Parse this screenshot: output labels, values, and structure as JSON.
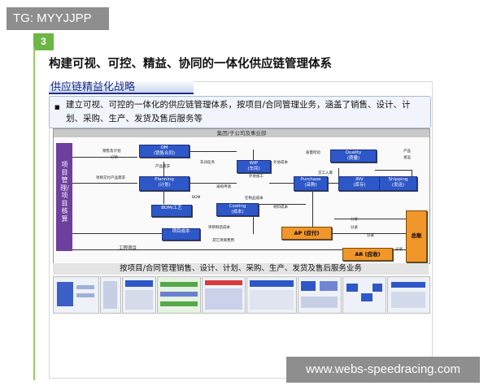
{
  "tag": {
    "text": "TG: MYYJJPP"
  },
  "slide_number": "3",
  "title": "构建可视、可控、精益、协同的一体化供应链管理体系",
  "section_title": "供应链精益化战略",
  "description": "建立可视、可控的一体化的供应链管理体系，按项目/合同管理业务，涵盖了销售、设计、计划、采购、生产、发货及售后服务等",
  "diagram": {
    "header": "集团/子公司及事业部",
    "left_column": "项目管理/项目核算",
    "boxes": {
      "om": "OM\n(销售合同)",
      "planning": "Planning\n(计划)",
      "bom": "BOM/工艺",
      "wip": "WIP\n(车间)",
      "costing": "Costing\n(成本)",
      "purchase": "Purchase\n(采购)",
      "quality": "Quality\n(质量)",
      "inv": "INV\n(库存)",
      "shipping": "Shipping\n(发运)",
      "project_cost": "项目成本",
      "ap": "AP (应付)",
      "ar": "AR (应收)",
      "gl": "总账"
    },
    "labels": {
      "l1": "销售及计划",
      "l2": "订单",
      "l3": "项目交付产品需求",
      "l4": "产品需求",
      "l5": "车间任务",
      "l6": "BOM",
      "l7": "采购申请",
      "l8": "外协加工",
      "l9": "质量检验",
      "l10": "交工入库",
      "l11": "产品",
      "l12": "发运",
      "l13": "外协成本",
      "l14": "在制品成本",
      "l15": "材料成本",
      "l16": "项目制造成本",
      "l17": "其它项目费用",
      "l18": "分录",
      "l19": "分录",
      "l20": "分录",
      "l21": "分录",
      "l22": "工程项目"
    }
  },
  "business_bar": "按项目/合同管理销售、设计、计划、采购、生产、发货及售后服务业务",
  "watermark": "www.webs-speedracing.com",
  "colors": {
    "green": "#6cb644",
    "purple": "#6e3f9f",
    "blue": "#2e57c7",
    "orange": "#f0962a",
    "navy": "#1d2d8c"
  }
}
